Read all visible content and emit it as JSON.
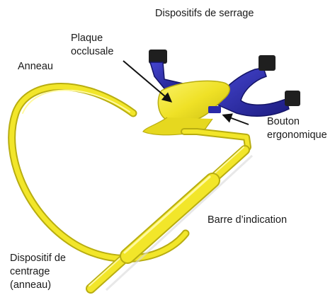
{
  "labels": {
    "clamps": "Dispositifs de serrage",
    "bite_plate": [
      "Plaque",
      "occlusale"
    ],
    "ring": "Anneau",
    "button": [
      "Bouton",
      "ergonomique"
    ],
    "indicator_bar": "Barre d’indication",
    "centering": [
      "Dispositif de",
      "centrage",
      "(anneau)"
    ]
  },
  "colors": {
    "yellow": "#f2e62a",
    "yellow_dark": "#b8ad10",
    "blue": "#2a2aa8",
    "blue_dark": "#141466",
    "arrow": "#111111"
  }
}
